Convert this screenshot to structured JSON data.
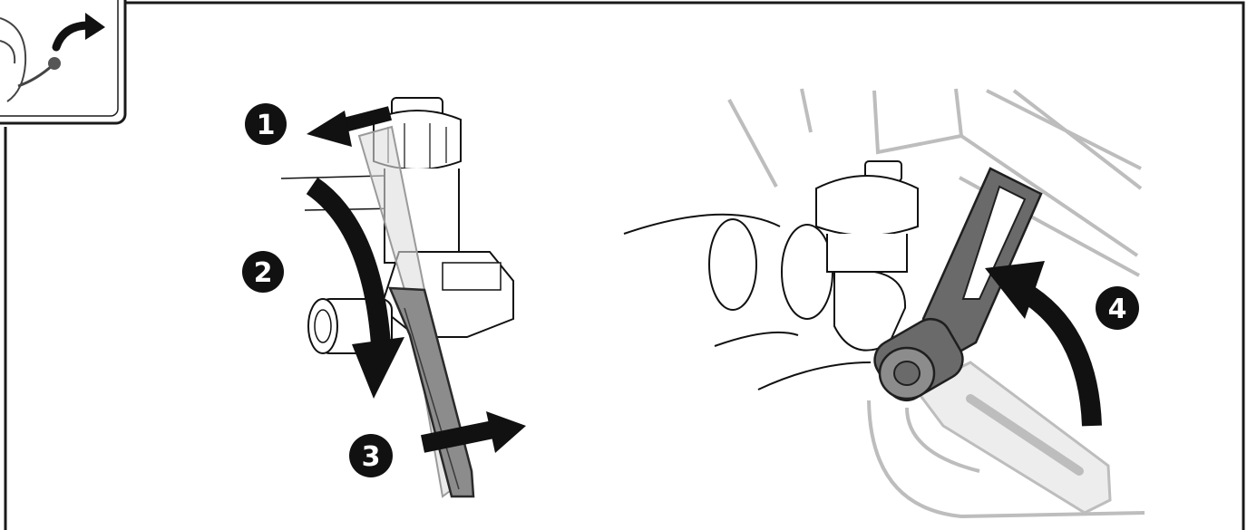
{
  "steps": [
    {
      "number": "1",
      "action": "pull-out"
    },
    {
      "number": "2",
      "action": "rotate-down"
    },
    {
      "number": "3",
      "action": "push-in"
    },
    {
      "number": "4",
      "action": "rotate-up"
    }
  ],
  "colors": {
    "line": "#111111",
    "ghost": "#bdbdbd",
    "lever_dark": "#6a6a6a",
    "lever_fill": "#8c8c8c",
    "frame": "#1a1a1a",
    "badge": "#111111"
  },
  "icons": {
    "corner": "helmet-mic-rotate-icon"
  }
}
